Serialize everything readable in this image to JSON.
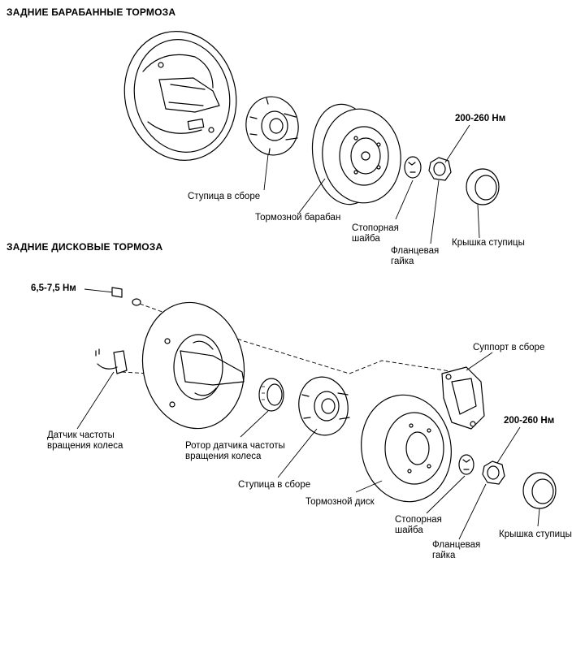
{
  "sections": {
    "drum": {
      "title": "ЗАДНИЕ БАРАБАННЫЕ ТОРМОЗА"
    },
    "disc": {
      "title": "ЗАДНИЕ ДИСКОВЫЕ ТОРМОЗА"
    }
  },
  "drum_labels": {
    "hub_assembly": "Ступица в сборе",
    "brake_drum": "Тормозной барабан",
    "lock_washer_1": "Стопорная",
    "lock_washer_2": "шайба",
    "flange_nut_1": "Фланцевая",
    "flange_nut_2": "гайка",
    "hub_cap": "Крышка ступицы",
    "torque": "200-260 Нм"
  },
  "disc_labels": {
    "small_torque": "6,5-7,5 Нм",
    "caliper_assembly": "Суппорт в сборе",
    "torque": "200-260 Нм",
    "speed_sensor_1": "Датчик частоты",
    "speed_sensor_2": "вращения колеса",
    "sensor_rotor_1": "Ротор датчика частоты",
    "sensor_rotor_2": "вращения колеса",
    "hub_assembly": "Ступица в сборе",
    "brake_disc": "Тормозной диск",
    "lock_washer_1": "Стопорная",
    "lock_washer_2": "шайба",
    "flange_nut_1": "Фланцевая",
    "flange_nut_2": "гайка",
    "hub_cap": "Крышка ступицы"
  },
  "colors": {
    "line": "#000000",
    "background": "#ffffff"
  }
}
